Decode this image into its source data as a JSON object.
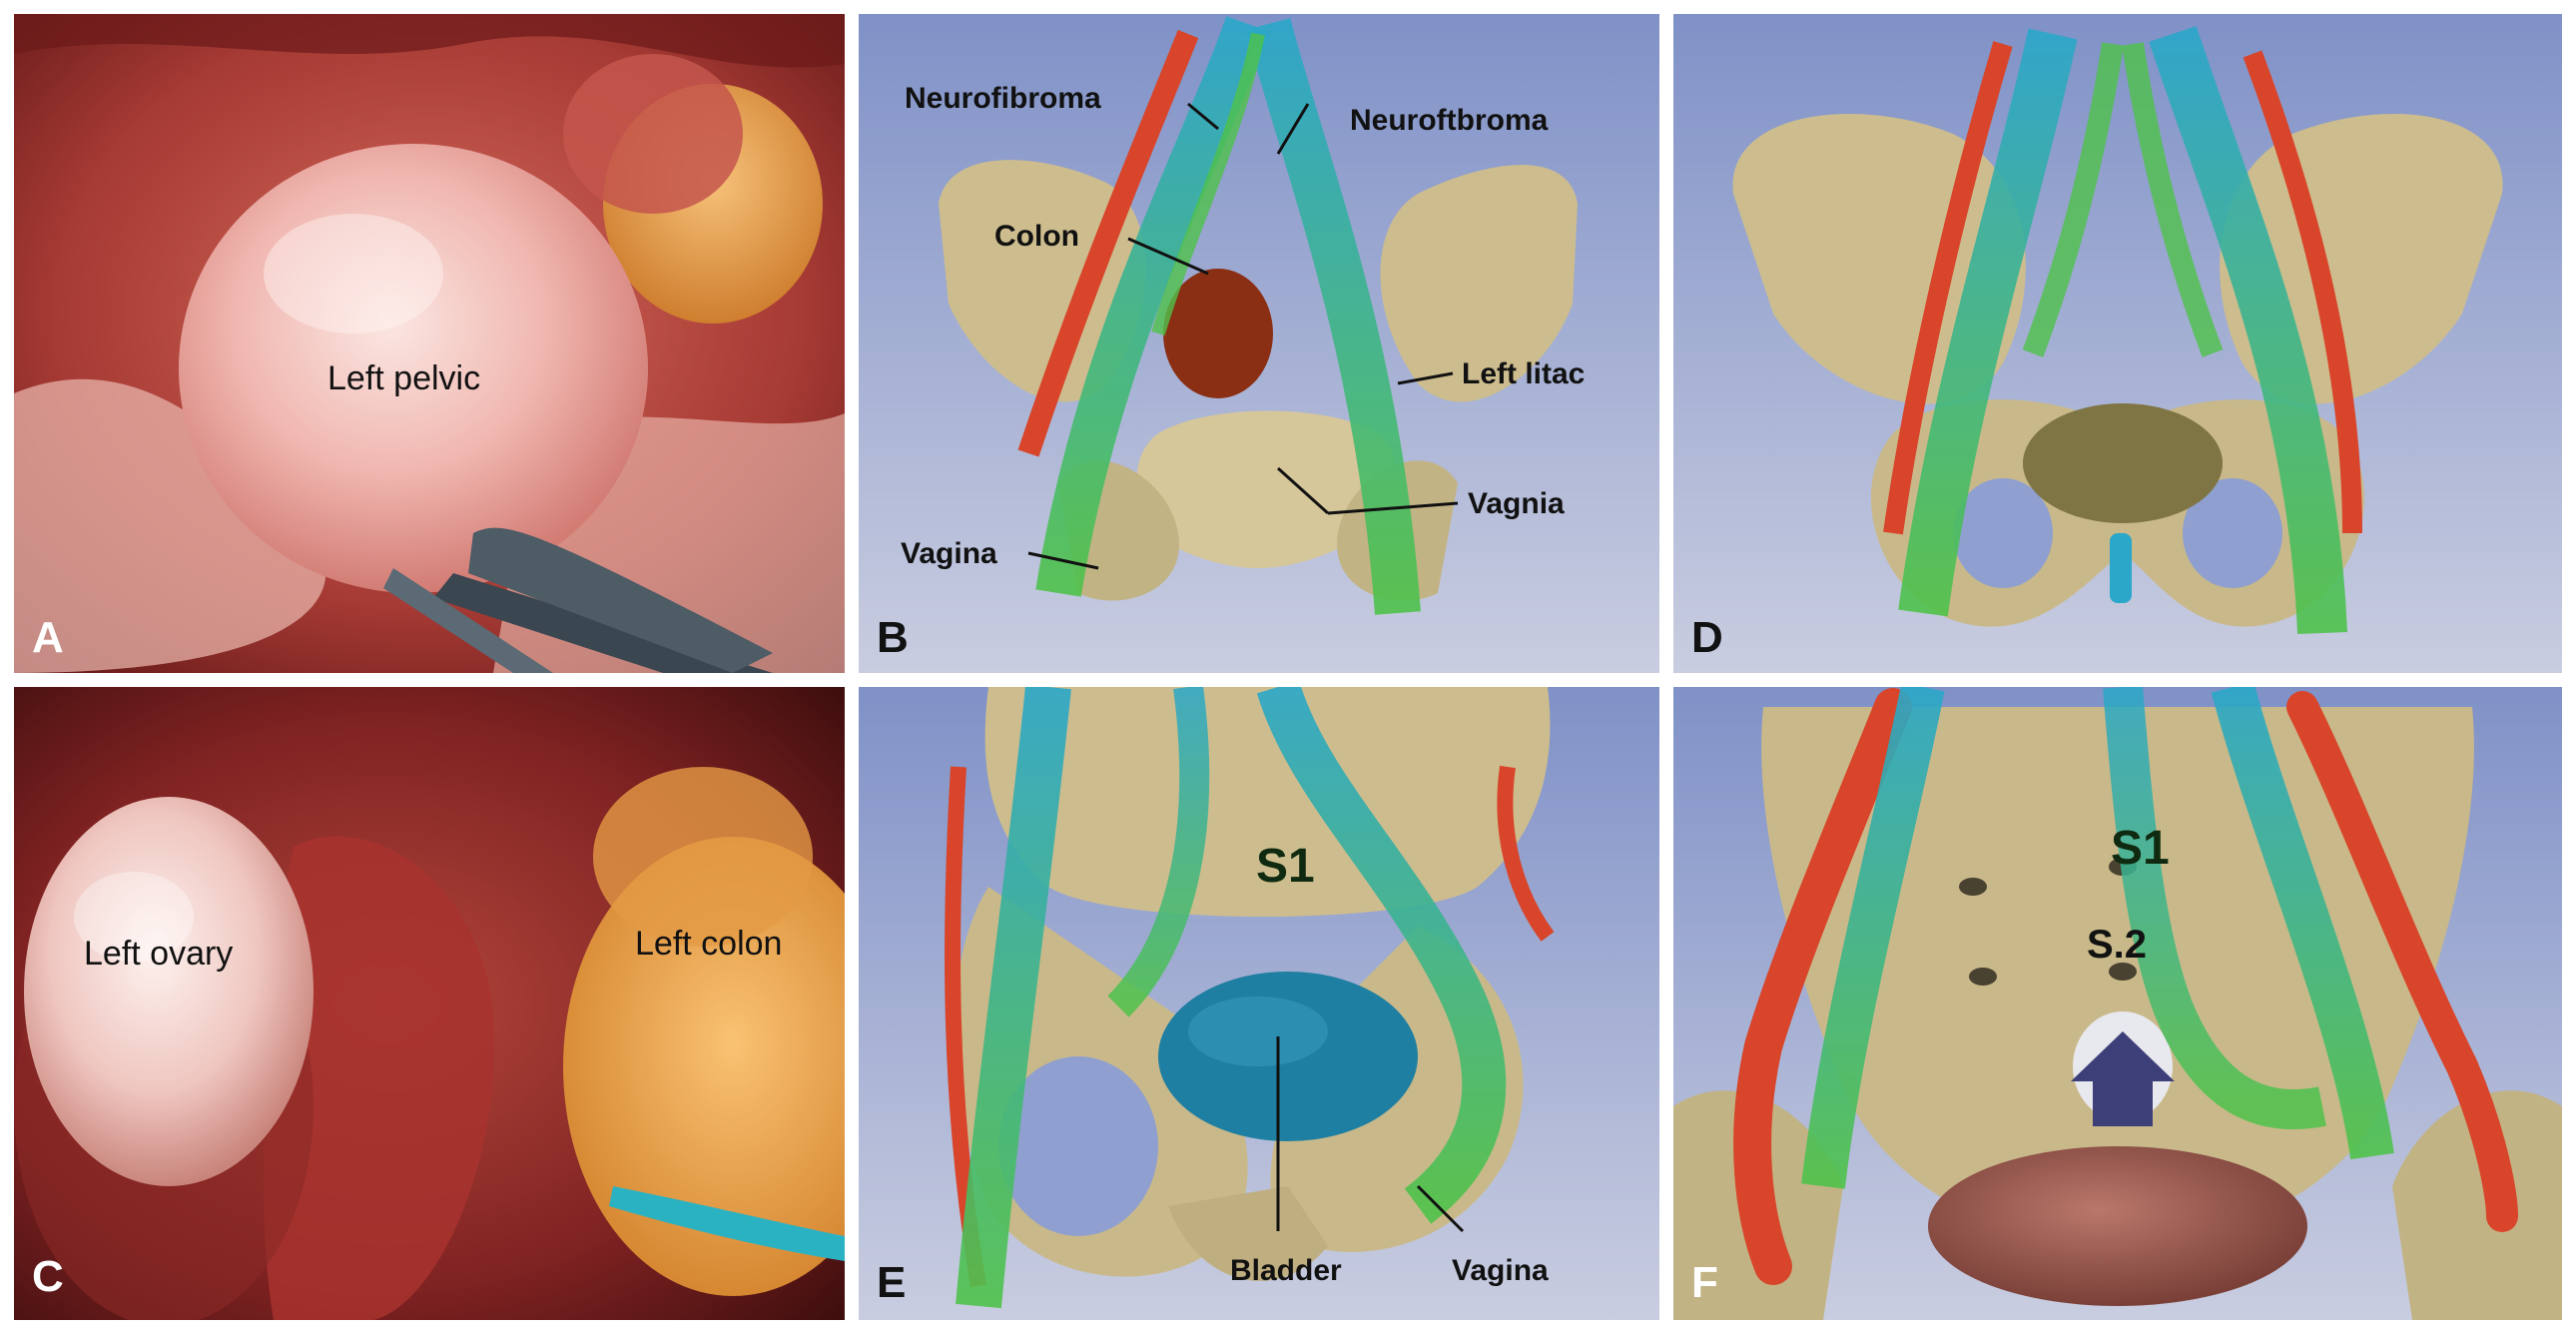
{
  "panels": {
    "A": {
      "letter": "A",
      "labels": {
        "main": "Left pelvic"
      }
    },
    "B": {
      "letter": "B",
      "labels": {
        "neurofibroma_left": "Neurofibroma",
        "neurofibroma_right": "Neuroftbroma",
        "colon": "Colon",
        "left_iliac": "Left litac",
        "vagnia": "Vagnia",
        "vagina": "Vagina"
      }
    },
    "C": {
      "letter": "C",
      "labels": {
        "ovary": "Left ovary",
        "colon": "Left colon"
      }
    },
    "D": {
      "letter": "D"
    },
    "E": {
      "letter": "E",
      "labels": {
        "s1": "S1",
        "bladder": "Bladder",
        "vagina": "Vagina"
      }
    },
    "F": {
      "letter": "F",
      "labels": {
        "s1": "S1",
        "s2": "S.2"
      }
    }
  },
  "colors": {
    "bone": "#c9b98a",
    "nerve_green": "#4fc24a",
    "nerve_cyan": "#2aa7c9",
    "artery_red": "#d8452a",
    "bladder_blue": "#1f7fa2",
    "background_blue": "#8f9fcf",
    "arrow": "#3d3f78"
  }
}
